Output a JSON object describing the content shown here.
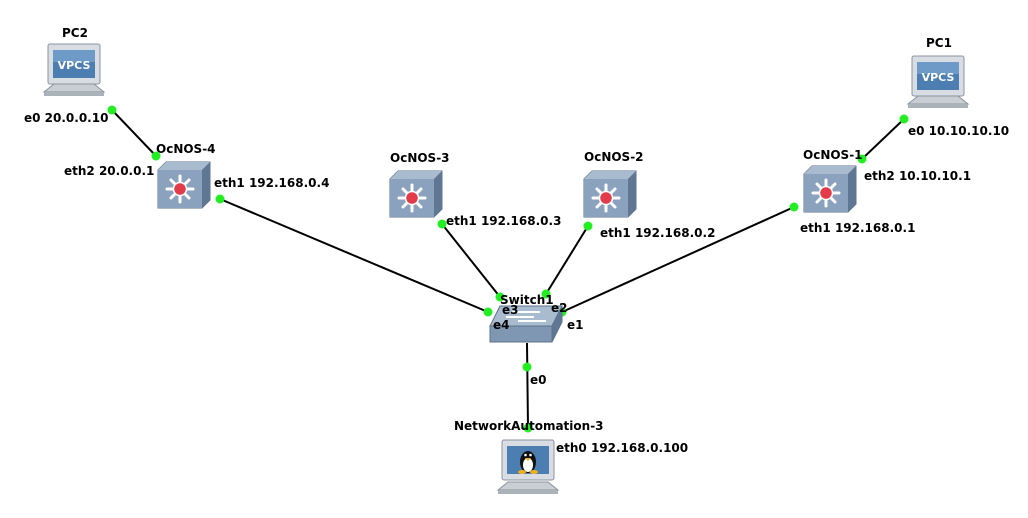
{
  "colors": {
    "link": "#000000",
    "port": "#22ee22",
    "router_body": "#7f97b3",
    "router_dot": "#e23b4a",
    "pc_screen": "#5c8ab8"
  },
  "nodes": {
    "pc2": {
      "name": "PC2",
      "screen_text": "VPCS",
      "icon": "vpcs-pc-icon"
    },
    "pc1": {
      "name": "PC1",
      "screen_text": "VPCS",
      "icon": "vpcs-pc-icon"
    },
    "ocnos4": {
      "name": "OcNOS-4",
      "icon": "router-icon"
    },
    "ocnos3": {
      "name": "OcNOS-3",
      "icon": "router-icon"
    },
    "ocnos2": {
      "name": "OcNOS-2",
      "icon": "router-icon"
    },
    "ocnos1": {
      "name": "OcNOS-1",
      "icon": "router-icon"
    },
    "switch1": {
      "name": "Switch1",
      "icon": "switch-icon"
    },
    "netauto": {
      "name": "NetworkAutomation-3",
      "icon": "linux-pc-icon"
    }
  },
  "interfaces": {
    "pc2_e0": "e0 20.0.0.10",
    "ocnos4_eth2": "eth2 20.0.0.1",
    "ocnos4_eth1": "eth1 192.168.0.4",
    "ocnos3_eth1": "eth1 192.168.0.3",
    "ocnos2_eth1": "eth1 192.168.0.2",
    "ocnos1_eth2": "eth2 10.10.10.1",
    "ocnos1_eth1": "eth1 192.168.0.1",
    "pc1_e0": "e0 10.10.10.10",
    "sw_e3": "e3",
    "sw_e2": "e2",
    "sw_e4": "e4",
    "sw_e1": "e1",
    "sw_e0": "e0",
    "netauto_eth0": "eth0 192.168.0.100"
  },
  "links": [
    {
      "from": "PC2",
      "to": "OcNOS-4"
    },
    {
      "from": "OcNOS-4",
      "to": "Switch1"
    },
    {
      "from": "OcNOS-3",
      "to": "Switch1"
    },
    {
      "from": "OcNOS-2",
      "to": "Switch1"
    },
    {
      "from": "OcNOS-1",
      "to": "Switch1"
    },
    {
      "from": "PC1",
      "to": "OcNOS-1"
    },
    {
      "from": "Switch1",
      "to": "NetworkAutomation-3"
    }
  ]
}
